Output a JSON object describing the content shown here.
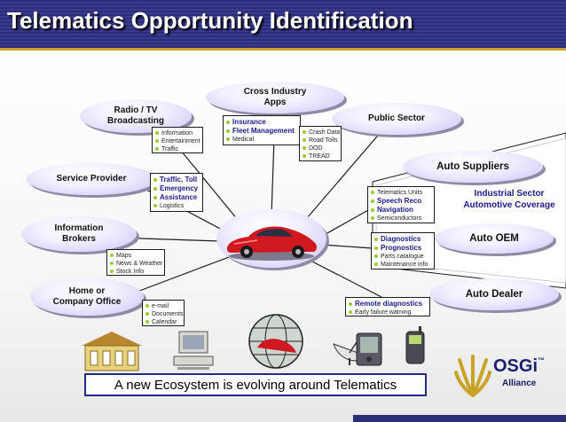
{
  "title": "Telematics Opportunity Identification",
  "ovals": {
    "cross_industry": "Cross Industry\nApps",
    "radio_tv": "Radio / TV\nBroadcasting",
    "public_sector": "Public Sector",
    "service_provider": "Service Provider",
    "information_brokers": "Information\nBrokers",
    "home_office": "Home or\nCompany Office",
    "auto_suppliers": "Auto Suppliers",
    "auto_oem": "Auto OEM",
    "auto_dealer": "Auto Dealer"
  },
  "boxes": {
    "cross_industry_items": [
      "Insurance",
      "Fleet Management",
      "Medical"
    ],
    "public_sector_items": [
      "Crash Data",
      "Road Tolls",
      "DOD",
      "TREAD"
    ],
    "radio_items": [
      "Information",
      "Entertainment",
      "Traffic"
    ],
    "service_items": [
      "Traffic, Toll",
      "Emergency",
      "Assistance",
      "Logistics"
    ],
    "broker_items": [
      "Maps",
      "News & Weather",
      "Stock Info"
    ],
    "office_items": [
      "e-mail",
      "Documents",
      "Calendar"
    ],
    "supplier_items": [
      "Telematics Units",
      "Speech Reco",
      "Navigation",
      "Semiconductors"
    ],
    "oem_items": [
      "Diagnostics",
      "Prognostics",
      "Parts catalogue",
      "Maintenance info"
    ],
    "dealer_items": [
      "Remote diagnostics",
      "Early failure warning"
    ]
  },
  "industry_sector": {
    "line1": "Industrial Sector",
    "line2": "Automotive Coverage"
  },
  "bottom_banner": "A new Ecosystem is evolving around Telematics",
  "logo": {
    "name": "OSGi",
    "tm": "™",
    "sub": "Alliance"
  },
  "colors": {
    "title_bar": "#2c2d7a",
    "accent_gold": "#c9a227",
    "oval_fill": "#e8e4ff",
    "bullet": "#9acd32",
    "car_red": "#d01820"
  }
}
